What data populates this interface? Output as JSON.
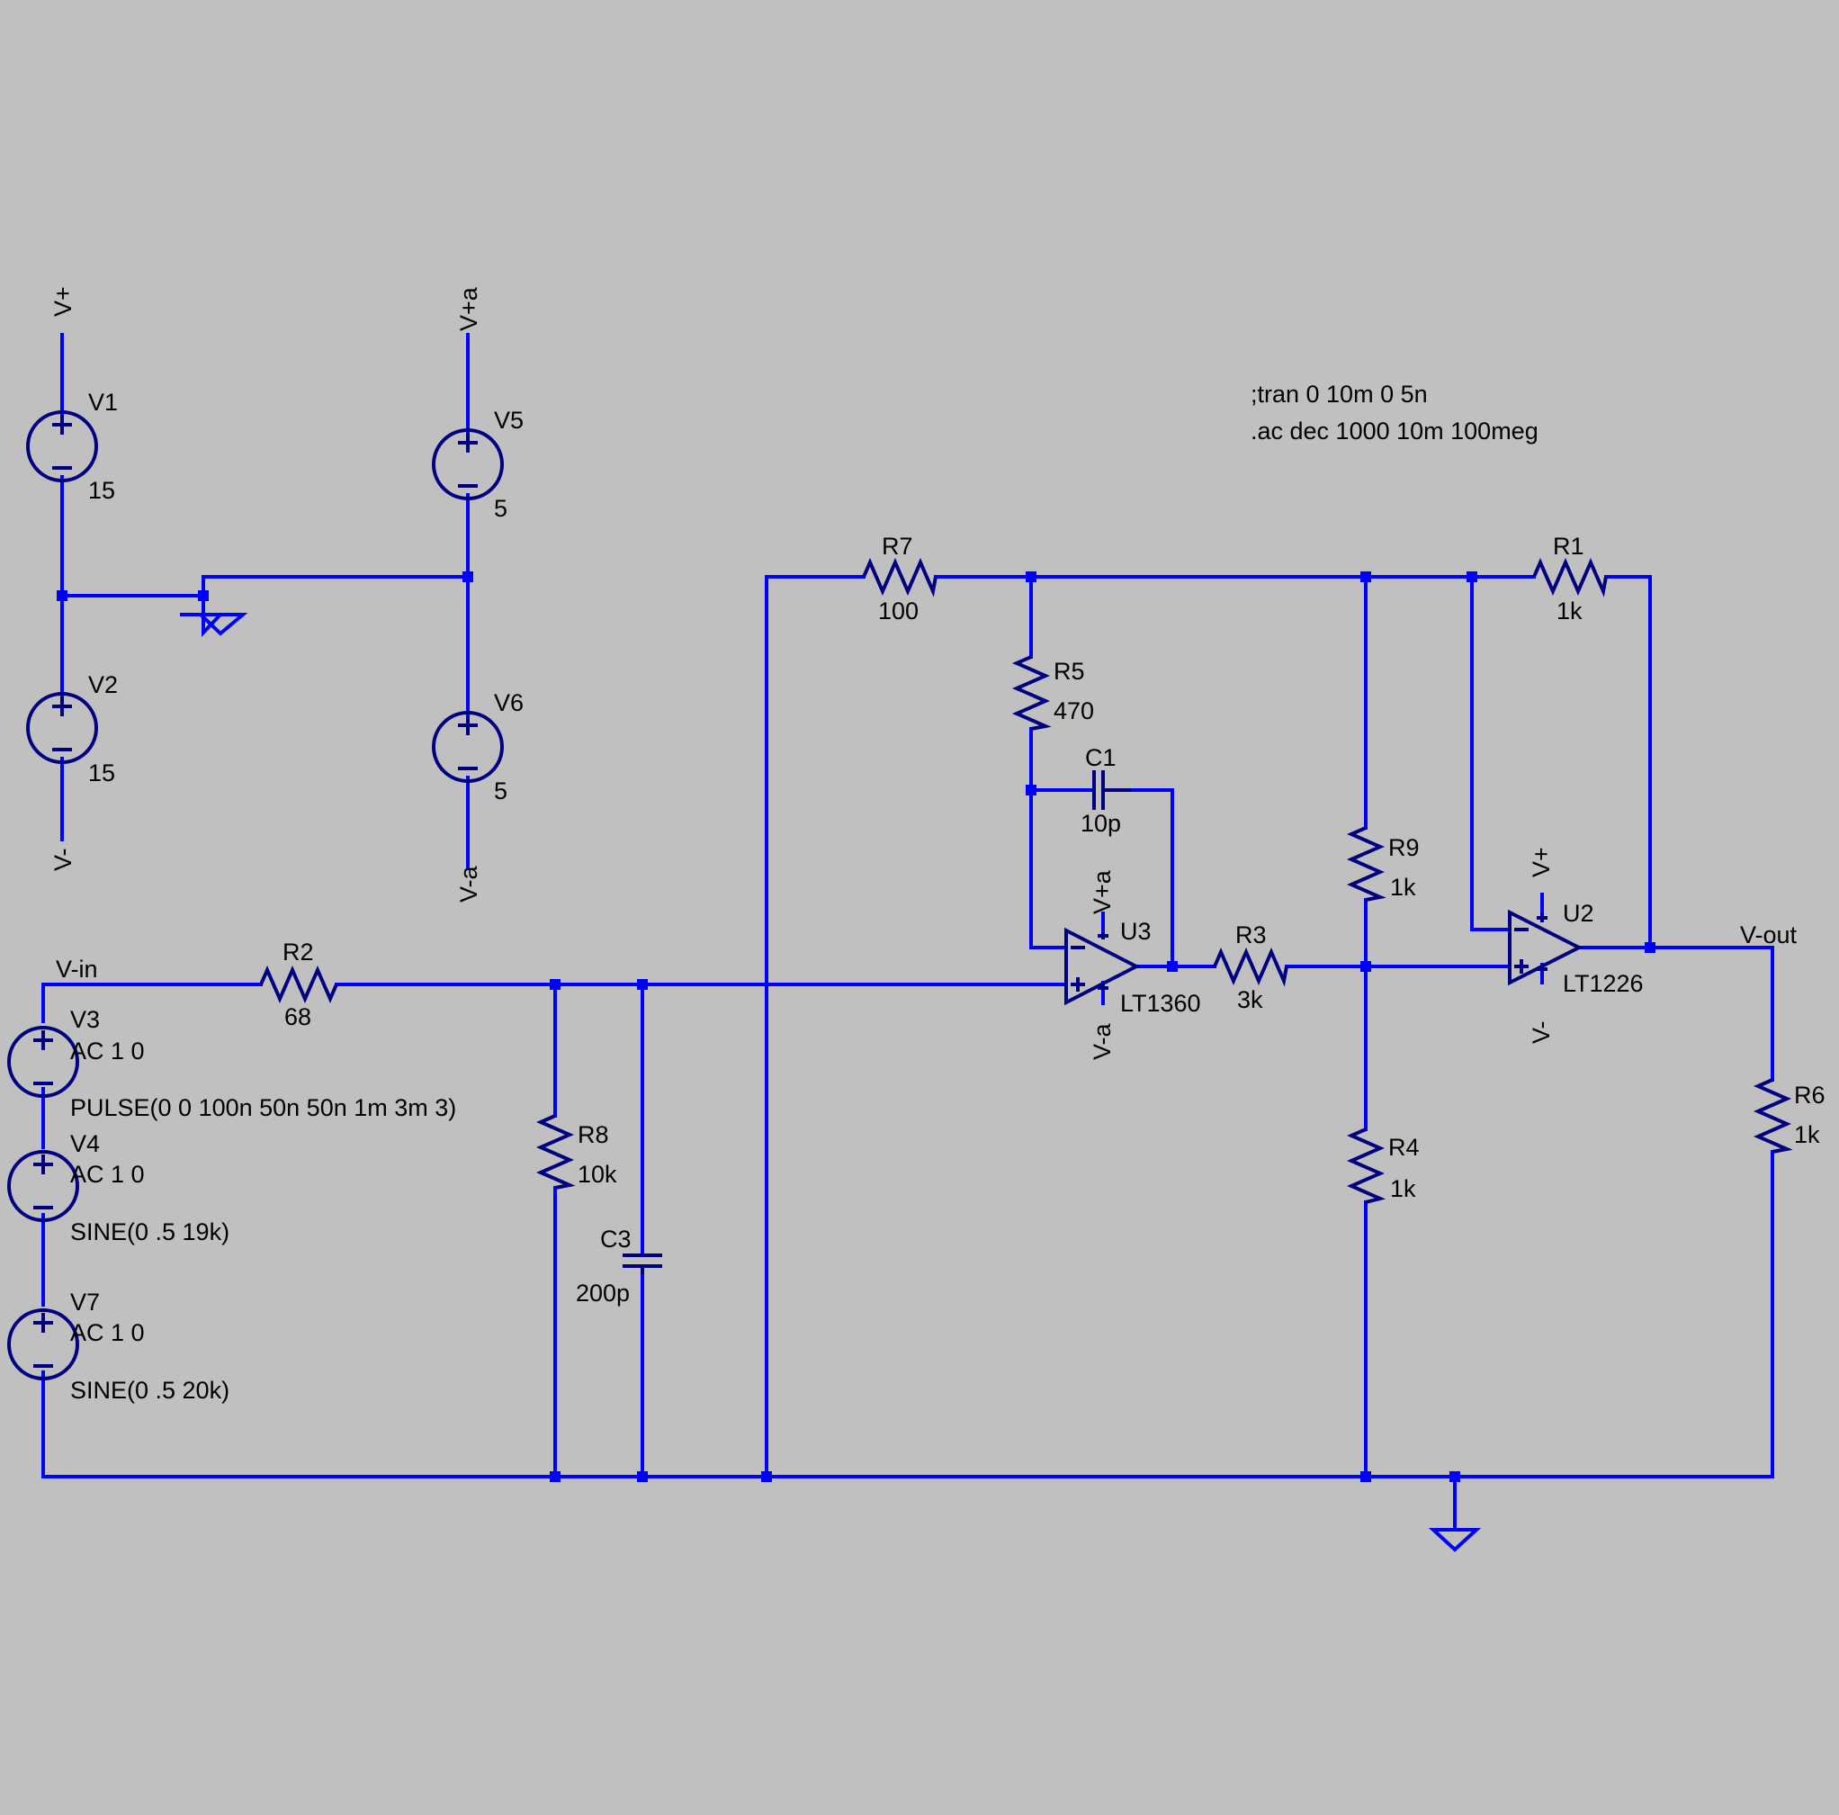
{
  "colors": {
    "background": "#c0c0c0",
    "wire": "#0000ff",
    "component": "#000080",
    "text": "#000000"
  },
  "directives": [
    ";tran 0 10m 0 5n",
    ".ac dec 1000 10m 100meg"
  ],
  "net_labels": {
    "v_plus_top": "V+",
    "v_minus_bottom": "V-",
    "v_plus_a_top": "V+a",
    "v_minus_a_bottom": "V-a",
    "v_in": "V-in",
    "v_out": "V-out",
    "u3_vplus": "V+a",
    "u3_vminus": "V-a",
    "u2_vplus": "V+",
    "u2_vminus": "V-"
  },
  "components": {
    "V1": {
      "name": "V1",
      "value": "15"
    },
    "V2": {
      "name": "V2",
      "value": "15"
    },
    "V5": {
      "name": "V5",
      "value": "5"
    },
    "V6": {
      "name": "V6",
      "value": "5"
    },
    "V3": {
      "name": "V3",
      "ac": "AC 1 0",
      "value": "PULSE(0 0 100n 50n 50n 1m 3m 3)"
    },
    "V4": {
      "name": "V4",
      "ac": "AC 1 0",
      "value": "SINE(0 .5 19k)"
    },
    "V7": {
      "name": "V7",
      "ac": "AC 1 0",
      "value": "SINE(0 .5 20k)"
    },
    "R1": {
      "name": "R1",
      "value": "1k"
    },
    "R2": {
      "name": "R2",
      "value": "68"
    },
    "R3": {
      "name": "R3",
      "value": "3k"
    },
    "R4": {
      "name": "R4",
      "value": "1k"
    },
    "R5": {
      "name": "R5",
      "value": "470"
    },
    "R6": {
      "name": "R6",
      "value": "1k"
    },
    "R7": {
      "name": "R7",
      "value": "100"
    },
    "R8": {
      "name": "R8",
      "value": "10k"
    },
    "R9": {
      "name": "R9",
      "value": "1k"
    },
    "C1": {
      "name": "C1",
      "value": "10p"
    },
    "C3": {
      "name": "C3",
      "value": "200p"
    },
    "U2": {
      "name": "U2",
      "value": "LT1226"
    },
    "U3": {
      "name": "U3",
      "value": "LT1360"
    }
  }
}
